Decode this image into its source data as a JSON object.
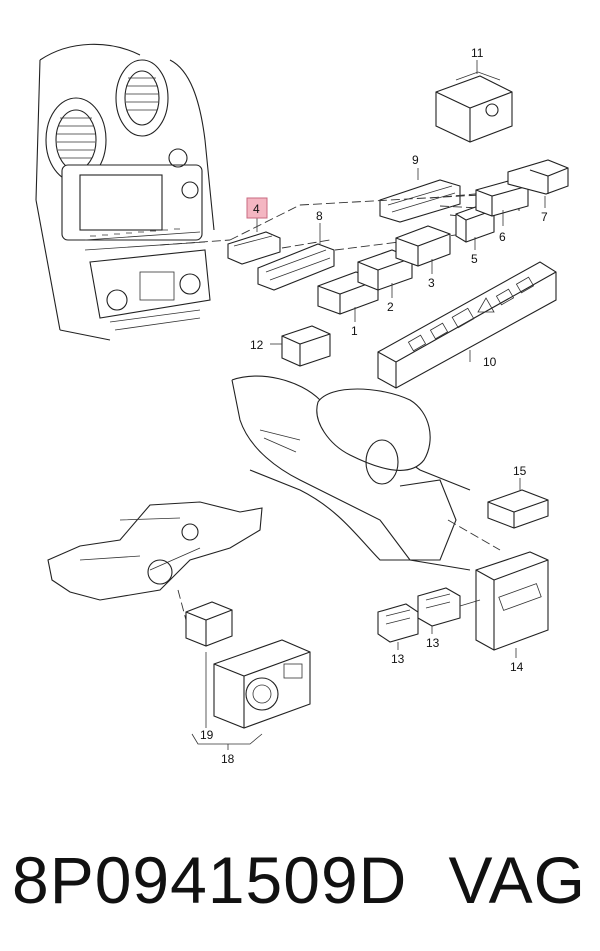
{
  "callouts": {
    "c1": "1",
    "c2": "2",
    "c3": "3",
    "c4": "4",
    "c5": "5",
    "c6": "6",
    "c7": "7",
    "c8": "8",
    "c9": "9",
    "c10": "10",
    "c11": "11",
    "c12": "12",
    "c13a": "13",
    "c13b": "13",
    "c14": "14",
    "c15": "15",
    "c18": "18",
    "c19": "19"
  },
  "highlight_color": "#f4b6c2",
  "caption": {
    "part_number": "8P0941509D",
    "brand": "VAG"
  }
}
